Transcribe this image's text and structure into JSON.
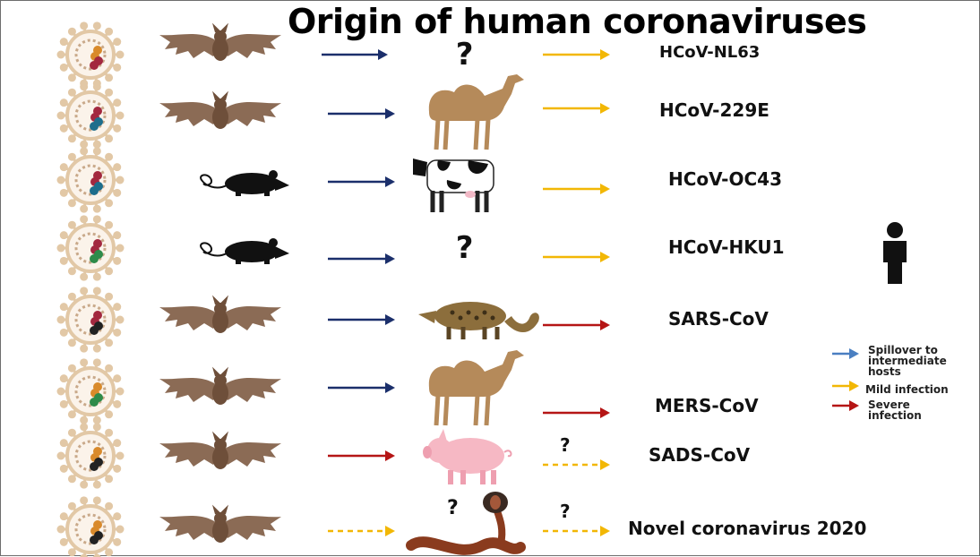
{
  "title": "Origin of human coronaviruses",
  "colors": {
    "spillover": "#1b2f6b",
    "mild": "#f2b705",
    "severe": "#b51515",
    "legend_spillover": "#4a7fc1",
    "virus_shell": "#e2c8a6",
    "bat": "#8b6b55",
    "rat": "#111111",
    "camel": "#b58a5a",
    "cow": "#111111",
    "civet": "#8c6e3c",
    "pig": "#f6b8c4",
    "snake": "#8a3b1e"
  },
  "rows": [
    {
      "virus": "HCoV-NL63",
      "reservoir": "bat",
      "intermediate": "unknown",
      "arrow1": "spillover",
      "arrow2": "mild",
      "segments": [
        "#d98a2b",
        "#a3283f"
      ]
    },
    {
      "virus": "HCoV-229E",
      "reservoir": "bat",
      "intermediate": "camel",
      "arrow1": "spillover",
      "arrow2": "mild",
      "segments": [
        "#a3283f",
        "#1e6e8c"
      ]
    },
    {
      "virus": "HCoV-OC43",
      "reservoir": "rat",
      "intermediate": "cow",
      "arrow1": "spillover",
      "arrow2": "mild",
      "segments": [
        "#a3283f",
        "#1e6e8c"
      ]
    },
    {
      "virus": "HCoV-HKU1",
      "reservoir": "rat",
      "intermediate": "unknown",
      "arrow1": "spillover",
      "arrow2": "mild",
      "segments": [
        "#a3283f",
        "#2e8b4a"
      ]
    },
    {
      "virus": "SARS-CoV",
      "reservoir": "bat",
      "intermediate": "civet",
      "arrow1": "spillover",
      "arrow2": "severe",
      "segments": [
        "#a3283f",
        "#222222"
      ]
    },
    {
      "virus": "MERS-CoV",
      "reservoir": "bat",
      "intermediate": "camel",
      "arrow1": "spillover",
      "arrow2": "severe",
      "segments": [
        "#d98a2b",
        "#2e8b4a"
      ]
    },
    {
      "virus": "SADS-CoV",
      "reservoir": "bat",
      "intermediate": "pig",
      "arrow1": "severe",
      "arrow2": "mild-dashed",
      "arrow2_question": "?",
      "segments": [
        "#d98a2b",
        "#222222"
      ]
    },
    {
      "virus": "Novel coronavirus 2020",
      "reservoir": "bat",
      "intermediate": "snake",
      "intermediate_question": "?",
      "arrow1": "mild-dashed",
      "arrow2": "mild-dashed",
      "arrow2_question": "?",
      "segments": [
        "#d98a2b",
        "#222222"
      ]
    }
  ],
  "unknown_host_mark": "?",
  "legend": [
    {
      "color_key": "legend_spillover",
      "lines": [
        "Spillover to",
        "intermediate",
        "hosts"
      ]
    },
    {
      "color_key": "mild",
      "lines": [
        "Mild infection"
      ]
    },
    {
      "color_key": "severe",
      "lines": [
        "Severe",
        "infection"
      ]
    }
  ],
  "human_icon": "person-icon"
}
